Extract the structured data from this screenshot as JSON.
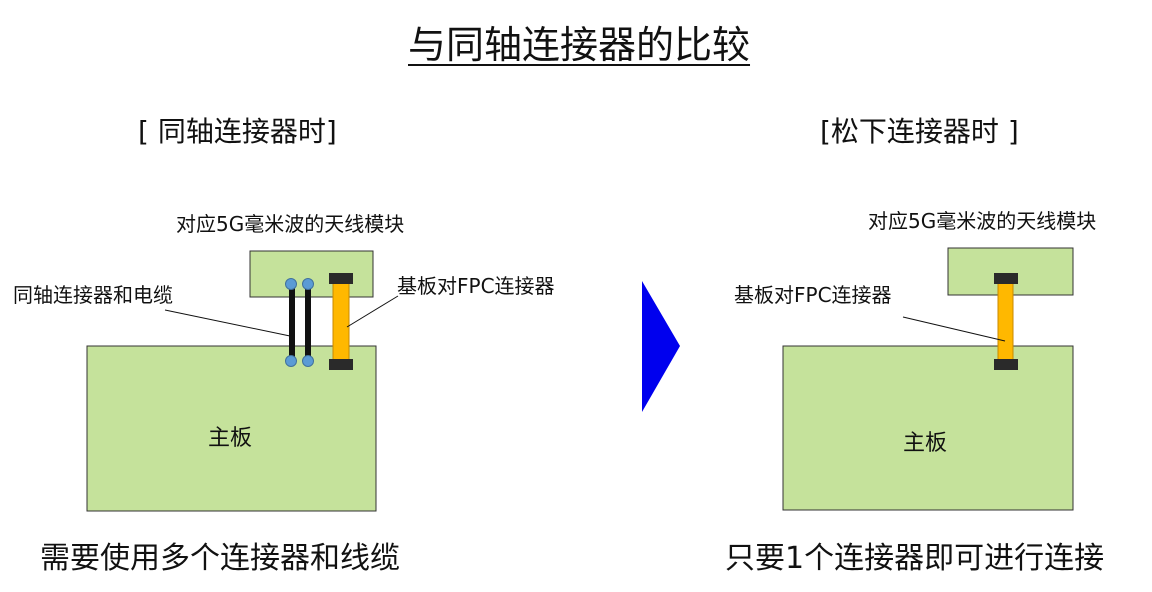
{
  "title": "与同轴连接器的比较",
  "left": {
    "heading": "[ 同轴连接器时]",
    "module_label": "对应5G毫米波的天线模块",
    "coax_label": "同轴连接器和电缆",
    "fpc_label": "基板对FPC连接器",
    "board_label": "主板",
    "caption": "需要使用多个连接器和线缆"
  },
  "right": {
    "heading": "[松下连接器时 ]",
    "module_label": "对应5G毫米波的天线模块",
    "fpc_label": "基板对FPC连接器",
    "board_label": "主板",
    "caption": "只要1个连接器即可进行连接"
  },
  "colors": {
    "board_fill": "#c5e29b",
    "board_stroke": "#333333",
    "cable": "#111111",
    "coax_dot": "#5b9bd5",
    "fpc": "#ffb800",
    "connector": "#2a2a2a",
    "arrow": "#0000ee"
  }
}
